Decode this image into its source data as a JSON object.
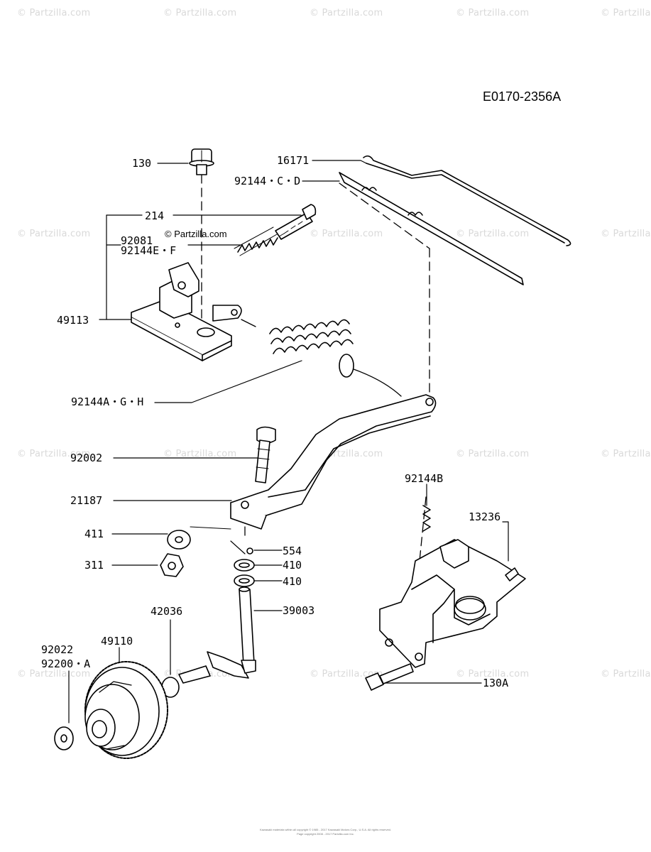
{
  "diagram": {
    "reference": "E0170-2356A",
    "inline_watermark": "© Partzilla.com",
    "watermark_text": "© Partzilla.com",
    "copyright_line1": "Kawasaki materials within all copyright © 1985 - 2017 Kawasaki Motors Corp., U.S.A. All rights reserved.",
    "copyright_line2": "Page copyright 2008 - 2017 Partzilla.com Inc."
  },
  "callouts": {
    "p130": "130",
    "p16171": "16171",
    "p92144CD": "92144・C・D",
    "p214": "214",
    "p92081": "92081",
    "p92144EF": "92144E・F",
    "p49113": "49113",
    "p92144AGH": "92144A・G・H",
    "p92002": "92002",
    "p21187": "21187",
    "p411": "411",
    "p554": "554",
    "p311": "311",
    "p410a": "410",
    "p410b": "410",
    "p92144B": "92144B",
    "p13236": "13236",
    "p42036": "42036",
    "p39003": "39003",
    "p92022": "92022",
    "p49110": "49110",
    "p92200A": "92200・A",
    "p130A": "130A"
  }
}
